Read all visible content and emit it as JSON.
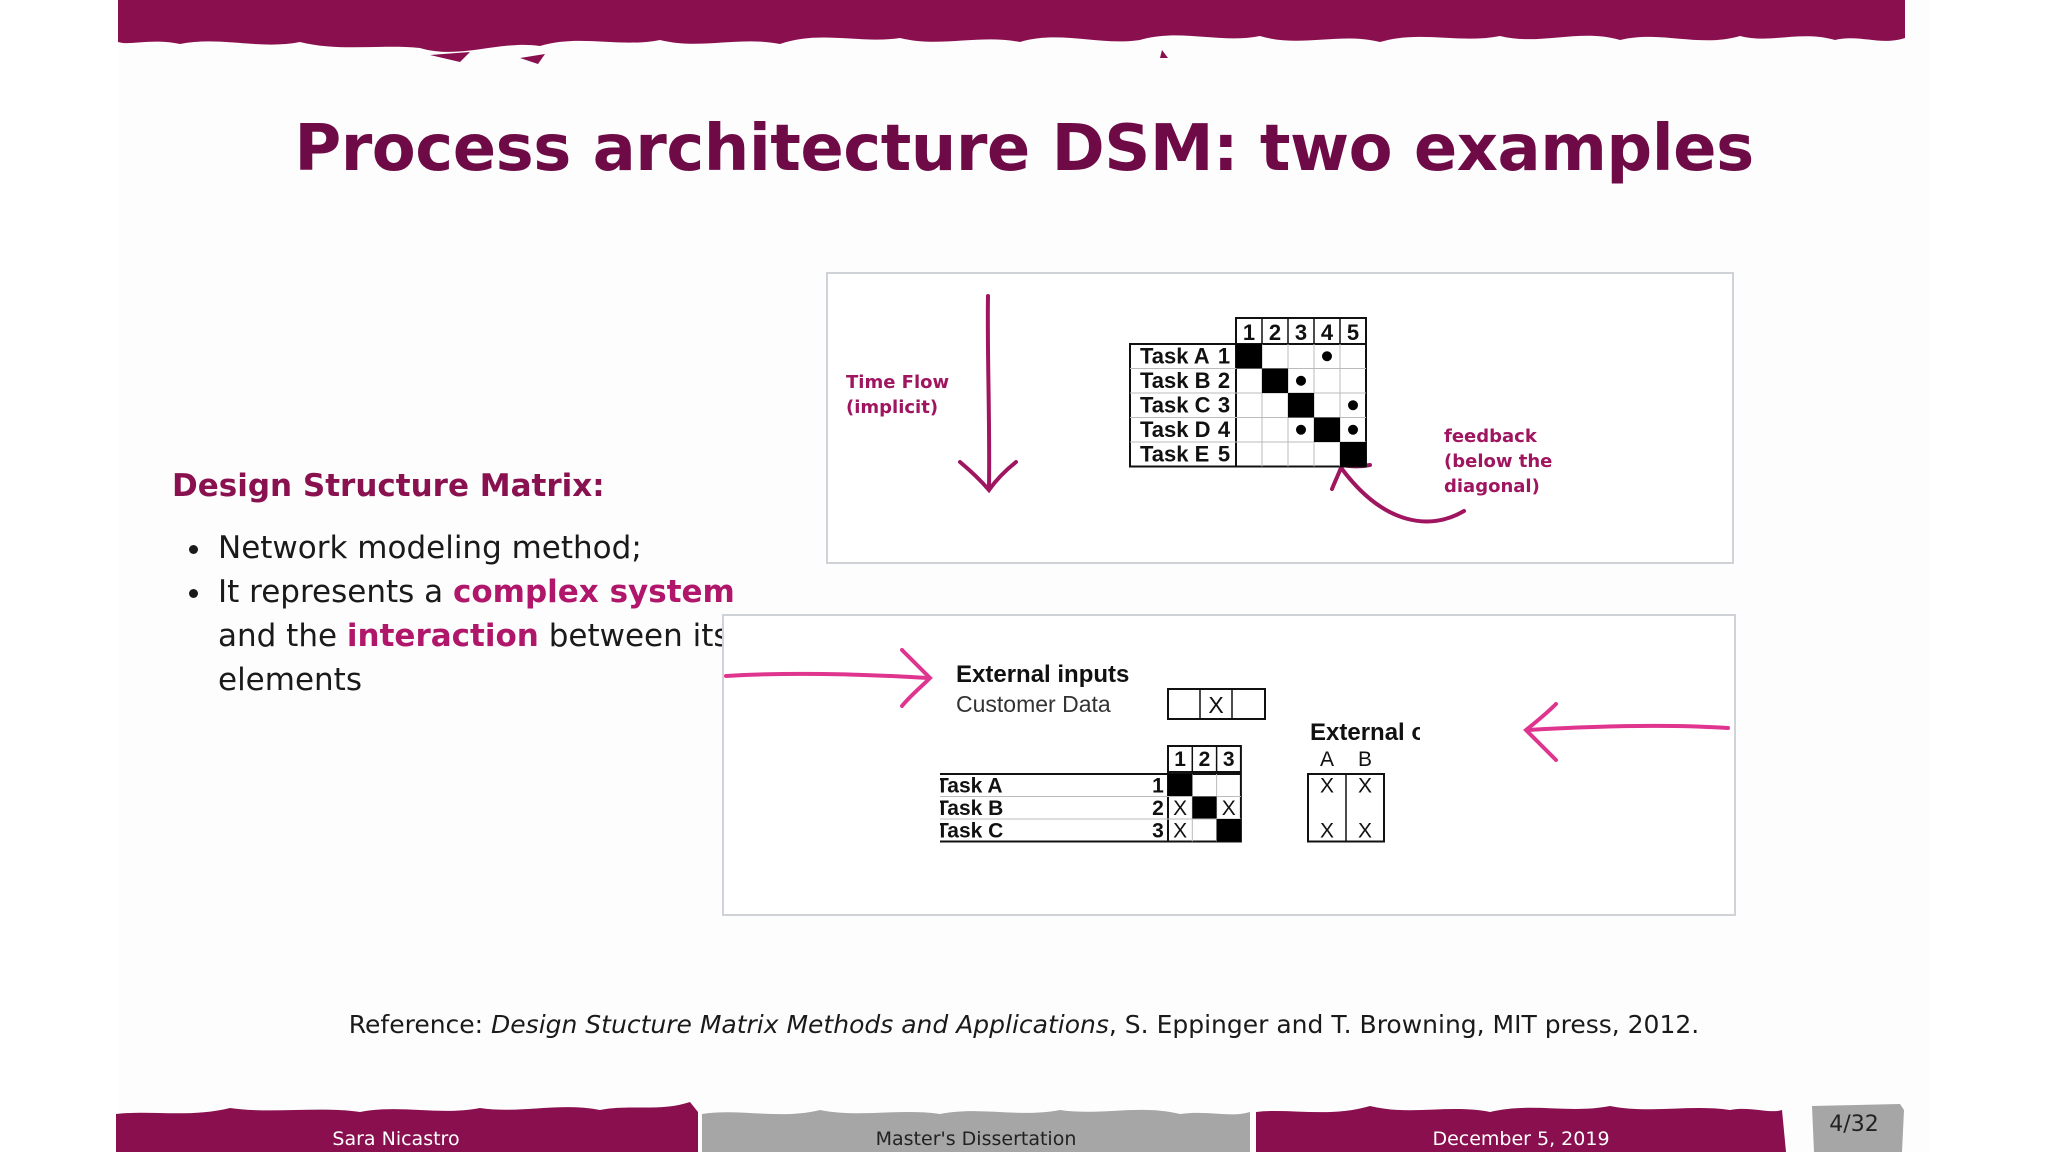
{
  "slide": {
    "title": "Process architecture DSM: two examples",
    "heading": "Design Structure Matrix:",
    "bullet1": "Network modeling method;",
    "bullet2_prefix": "It represents a ",
    "bullet2_hl1": "complex system",
    "bullet2_mid": " and the ",
    "bullet2_hl2": "interaction",
    "bullet2_suffix": " between its elements"
  },
  "figure1": {
    "time_flow_line1": "Time Flow",
    "time_flow_line2": "(implicit)",
    "feedback_line1": "feedback",
    "feedback_line2": "(below the",
    "feedback_line3": "diagonal)",
    "columns": [
      "1",
      "2",
      "3",
      "4",
      "5"
    ],
    "rows": [
      {
        "task": "Task A",
        "num": "1"
      },
      {
        "task": "Task B",
        "num": "2"
      },
      {
        "task": "Task C",
        "num": "3"
      },
      {
        "task": "Task D",
        "num": "4"
      },
      {
        "task": "Task E",
        "num": "5"
      }
    ],
    "dots": [
      [
        0,
        3
      ],
      [
        1,
        2
      ],
      [
        2,
        4
      ],
      [
        3,
        2
      ],
      [
        3,
        4
      ]
    ]
  },
  "figure2": {
    "external_inputs": "External inputs",
    "customer_data": "Customer Data",
    "customer_mark": "X",
    "external_outputs": "External outputs",
    "output_cols": [
      "A",
      "B"
    ],
    "columns": [
      "1",
      "2",
      "3"
    ],
    "rows": [
      {
        "task": "Task A",
        "num": "1",
        "cells": [
          "",
          "",
          ""
        ],
        "outputs": [
          "X",
          "X"
        ]
      },
      {
        "task": "Task B",
        "num": "2",
        "cells": [
          "X",
          "",
          "X"
        ],
        "outputs": [
          "",
          ""
        ]
      },
      {
        "task": "Task C",
        "num": "3",
        "cells": [
          "X",
          "",
          ""
        ],
        "outputs": [
          "X",
          "X"
        ]
      }
    ]
  },
  "reference": {
    "prefix": "Reference: ",
    "title": "Design Stucture Matrix Methods and Applications",
    "suffix": ", S. Eppinger and T. Browning, MIT press, 2012."
  },
  "footer": {
    "author": "Sara Nicastro",
    "thesis": "Master's Dissertation",
    "date": "December 5, 2019",
    "page": "4/32"
  },
  "colors": {
    "brand": "#8a0f4f",
    "accent_pink": "#e0358f",
    "footer_gray": "#a6a6a6"
  }
}
